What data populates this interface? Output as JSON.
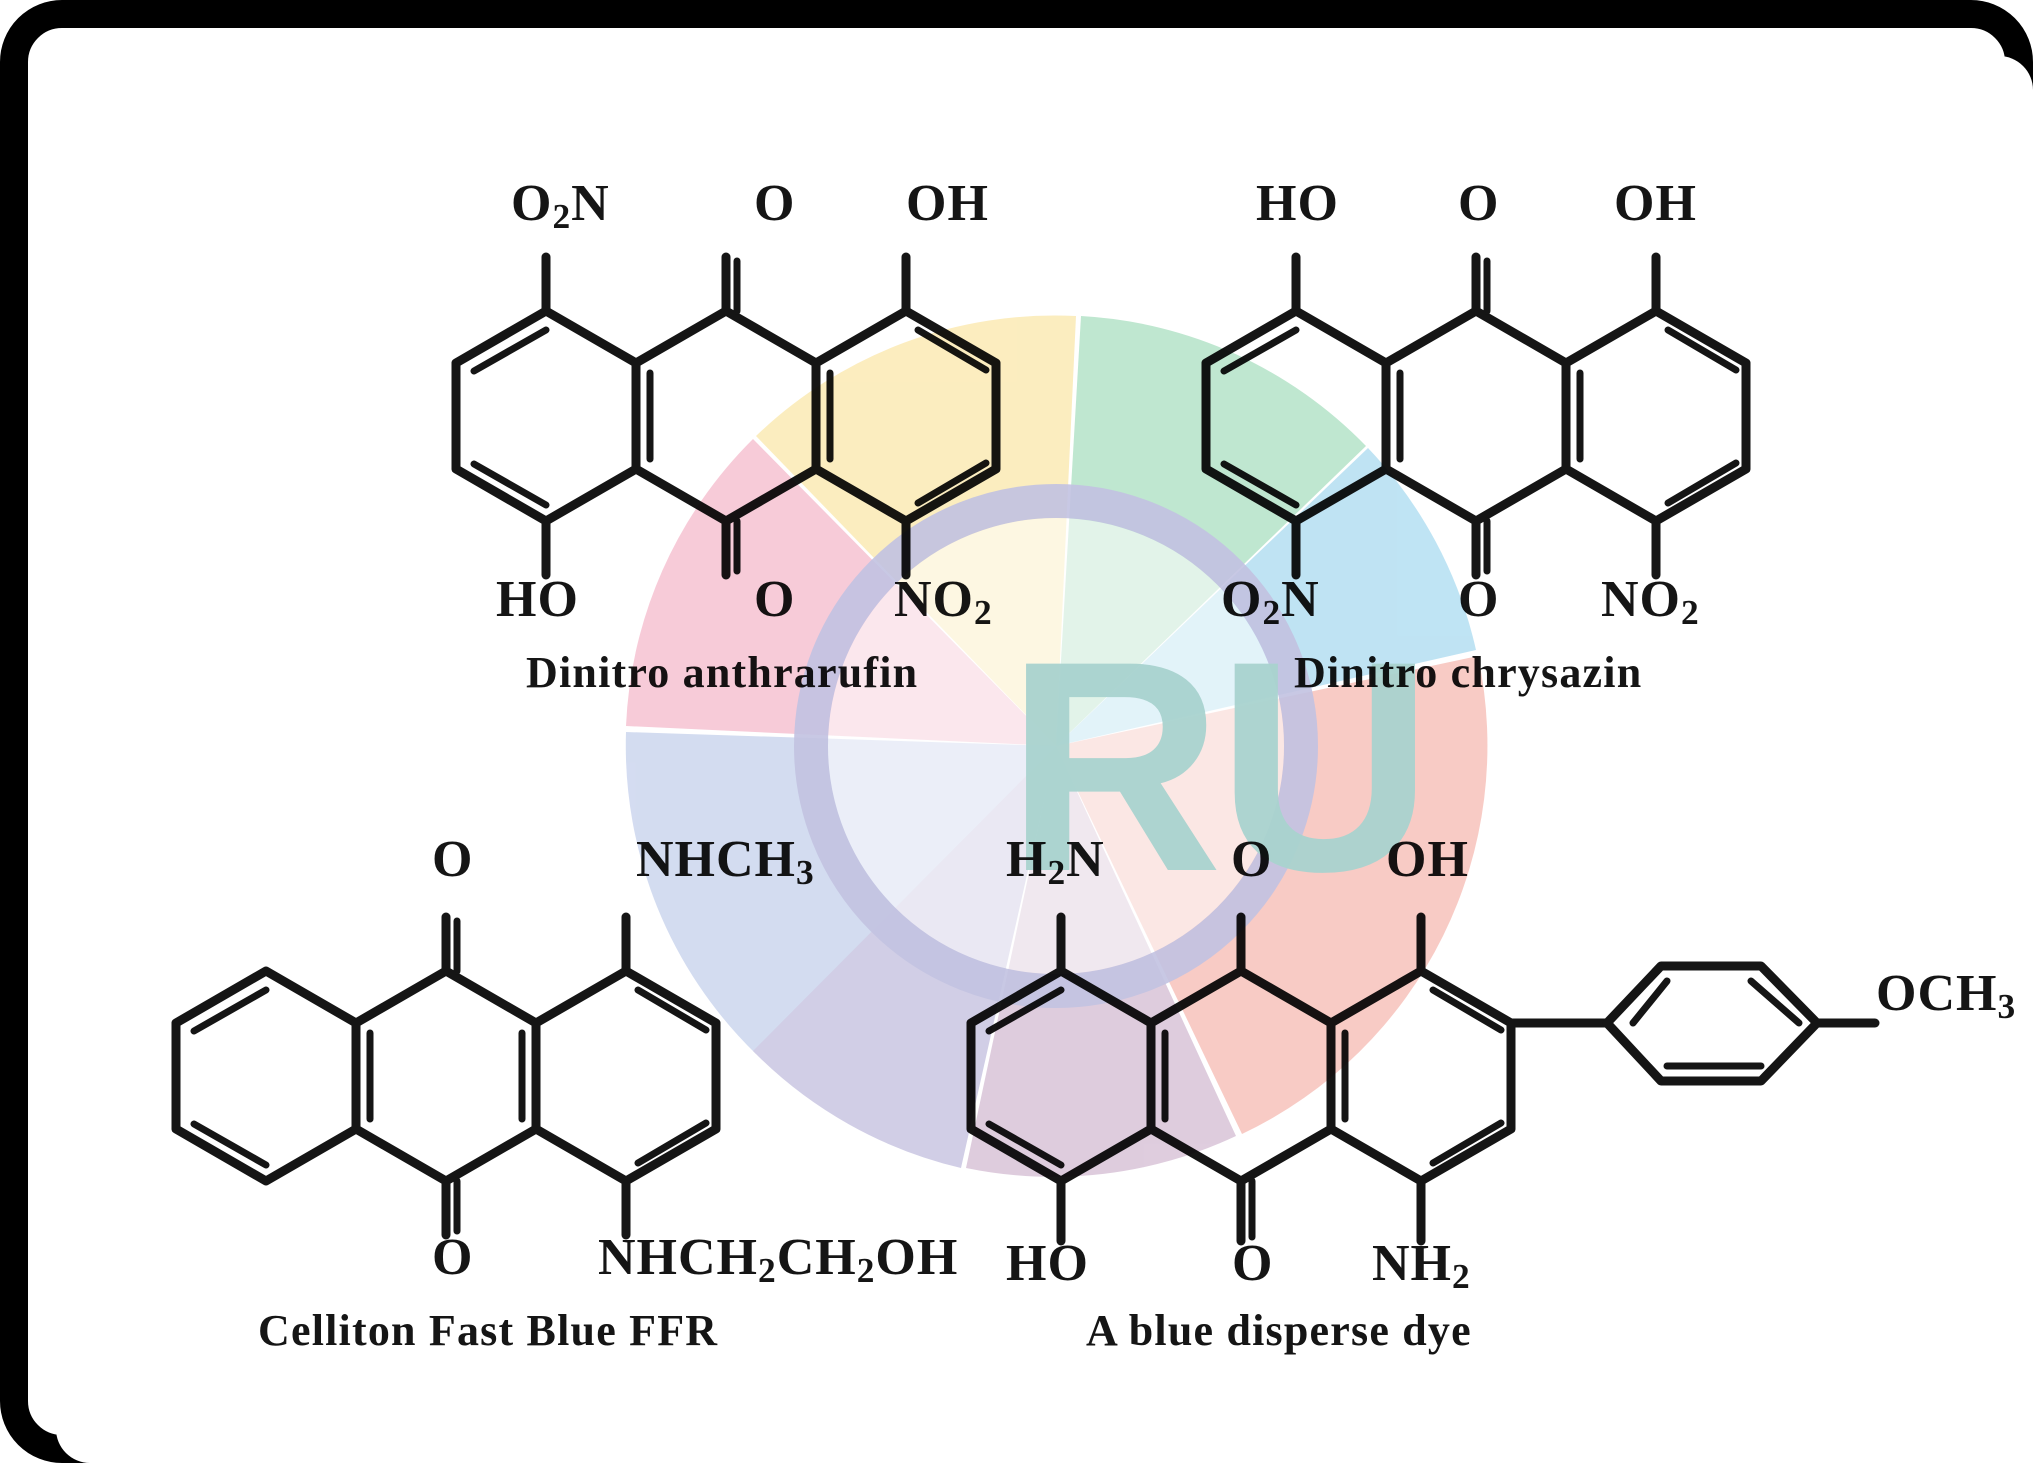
{
  "figure": {
    "kind": "chemical-structure-plate",
    "background_color": "#ffffff",
    "border_color": "#000000",
    "ink_color": "#151515"
  },
  "watermark": {
    "letters": "RU",
    "letters_color": "#a9d3cf",
    "ring_color": "#b9b8dc",
    "segments": [
      {
        "name": "segment-yellow",
        "color": "#fbeab4"
      },
      {
        "name": "segment-green",
        "color": "#b4e3c8"
      },
      {
        "name": "segment-blue",
        "color": "#b4dff2"
      },
      {
        "name": "segment-salmon",
        "color": "#f7c2bb"
      },
      {
        "name": "segment-mauve",
        "color": "#d9c4d8"
      },
      {
        "name": "segment-violet",
        "color": "#c9c6e2"
      },
      {
        "name": "segment-periwinkle",
        "color": "#ccd6ee"
      },
      {
        "name": "segment-pink",
        "color": "#f6c2d2"
      }
    ]
  },
  "structures": [
    {
      "id": "dinitro-anthrarufin",
      "caption": "Dinitro anthrarufin",
      "labels": [
        {
          "name": "label-o2n-top-left",
          "html": "O<sub>2</sub>N"
        },
        {
          "name": "label-o-top-middle",
          "html": "O"
        },
        {
          "name": "label-oh-top-right",
          "html": "OH"
        },
        {
          "name": "label-ho-bottom-left",
          "html": "HO"
        },
        {
          "name": "label-o-bottom-middle",
          "html": "O"
        },
        {
          "name": "label-no2-bottom-right",
          "html": "NO<sub>2</sub>"
        }
      ]
    },
    {
      "id": "dinitro-chrysazin",
      "caption": "Dinitro chrysazin",
      "labels": [
        {
          "name": "label-ho-top-left",
          "html": "HO"
        },
        {
          "name": "label-o-top-middle",
          "html": "O"
        },
        {
          "name": "label-oh-top-right",
          "html": "OH"
        },
        {
          "name": "label-o2n-bottom-left",
          "html": "O<sub>2</sub>N"
        },
        {
          "name": "label-o-bottom-middle",
          "html": "O"
        },
        {
          "name": "label-no2-bottom-right",
          "html": "NO<sub>2</sub>"
        }
      ]
    },
    {
      "id": "celliton-fast-blue-ffr",
      "caption": "Celliton Fast Blue FFR",
      "labels": [
        {
          "name": "label-o-top",
          "html": "O"
        },
        {
          "name": "label-nhch3-top",
          "html": "NHCH<sub>3</sub>"
        },
        {
          "name": "label-o-bottom",
          "html": "O"
        },
        {
          "name": "label-nhch2ch2oh-bottom",
          "html": "NHCH<sub>2</sub>CH<sub>2</sub>OH"
        }
      ]
    },
    {
      "id": "blue-disperse-dye",
      "caption": "A blue disperse dye",
      "labels": [
        {
          "name": "label-h2n-top-left",
          "html": "H<sub>2</sub>N"
        },
        {
          "name": "label-o-top-middle",
          "html": "O"
        },
        {
          "name": "label-oh-top-right",
          "html": "OH"
        },
        {
          "name": "label-och3-right",
          "html": "OCH<sub>3</sub>"
        },
        {
          "name": "label-ho-bottom-left",
          "html": "HO"
        },
        {
          "name": "label-o-bottom-middle",
          "html": "O"
        },
        {
          "name": "label-nh2-bottom-right",
          "html": "NH<sub>2</sub>"
        }
      ]
    }
  ]
}
